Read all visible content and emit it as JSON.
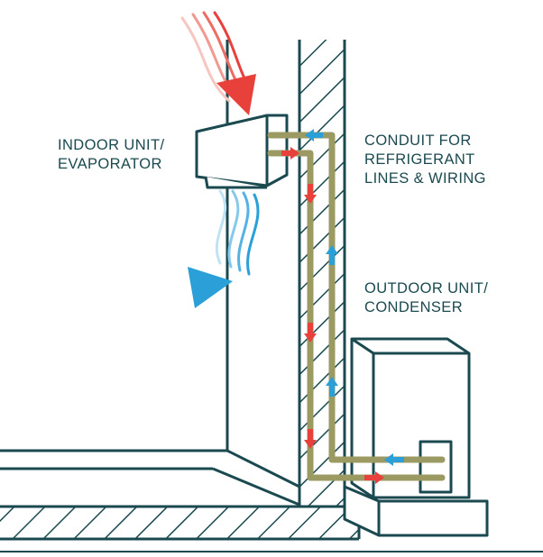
{
  "labels": {
    "indoor_unit": [
      "INDOOR UNIT/",
      "EVAPORATOR"
    ],
    "conduit": [
      "CONDUIT FOR",
      "REFRIGERANT",
      "LINES & WIRING"
    ],
    "outdoor_unit": [
      "OUTDOOR UNIT/",
      "CONDENSER"
    ]
  },
  "colors": {
    "outline": "#1a4a4f",
    "conduit": "#9c9a63",
    "hot_arrow": "#e8413c",
    "cold_arrow": "#2a9fd8",
    "background": "#ffffff"
  },
  "icons": {
    "warm_air": "warm-air-arrow-icon",
    "cool_air": "cool-air-arrow-icon",
    "hot_flow": "hot-flow-arrow-icon",
    "cold_flow": "cold-flow-arrow-icon"
  }
}
